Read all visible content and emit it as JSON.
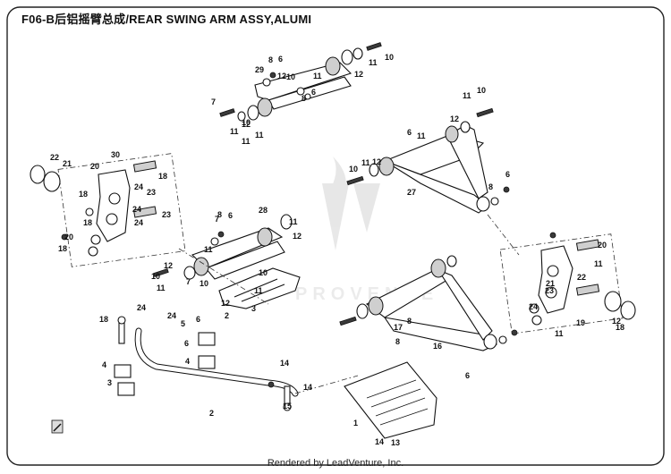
{
  "title": "F06-B后铝摇臂总成/REAR SWING ARM ASSY,ALUMI",
  "footer": "Rendered by LeadVenture, Inc.",
  "watermark": "PROVENCE",
  "callouts": [
    "29",
    "8",
    "6",
    "7",
    "10",
    "11",
    "12",
    "10",
    "11",
    "12",
    "8",
    "6",
    "11",
    "11",
    "10",
    "11",
    "12",
    "10",
    "11",
    "12",
    "6",
    "11",
    "10",
    "11",
    "12",
    "27",
    "8",
    "6",
    "30",
    "22",
    "21",
    "20",
    "18",
    "24",
    "23",
    "18",
    "24",
    "24",
    "18",
    "23",
    "18",
    "20",
    "6",
    "8",
    "28",
    "7",
    "12",
    "11",
    "10",
    "11",
    "12",
    "7",
    "10",
    "11",
    "12",
    "11",
    "10",
    "11",
    "11",
    "12",
    "18",
    "19",
    "21",
    "22",
    "20",
    "24",
    "23",
    "18",
    "24",
    "24",
    "5",
    "6",
    "6",
    "4",
    "3",
    "4",
    "2",
    "3",
    "2",
    "1",
    "14",
    "13",
    "15",
    "14",
    "14",
    "16",
    "6",
    "8",
    "17",
    "8",
    "10",
    "11",
    "12"
  ]
}
